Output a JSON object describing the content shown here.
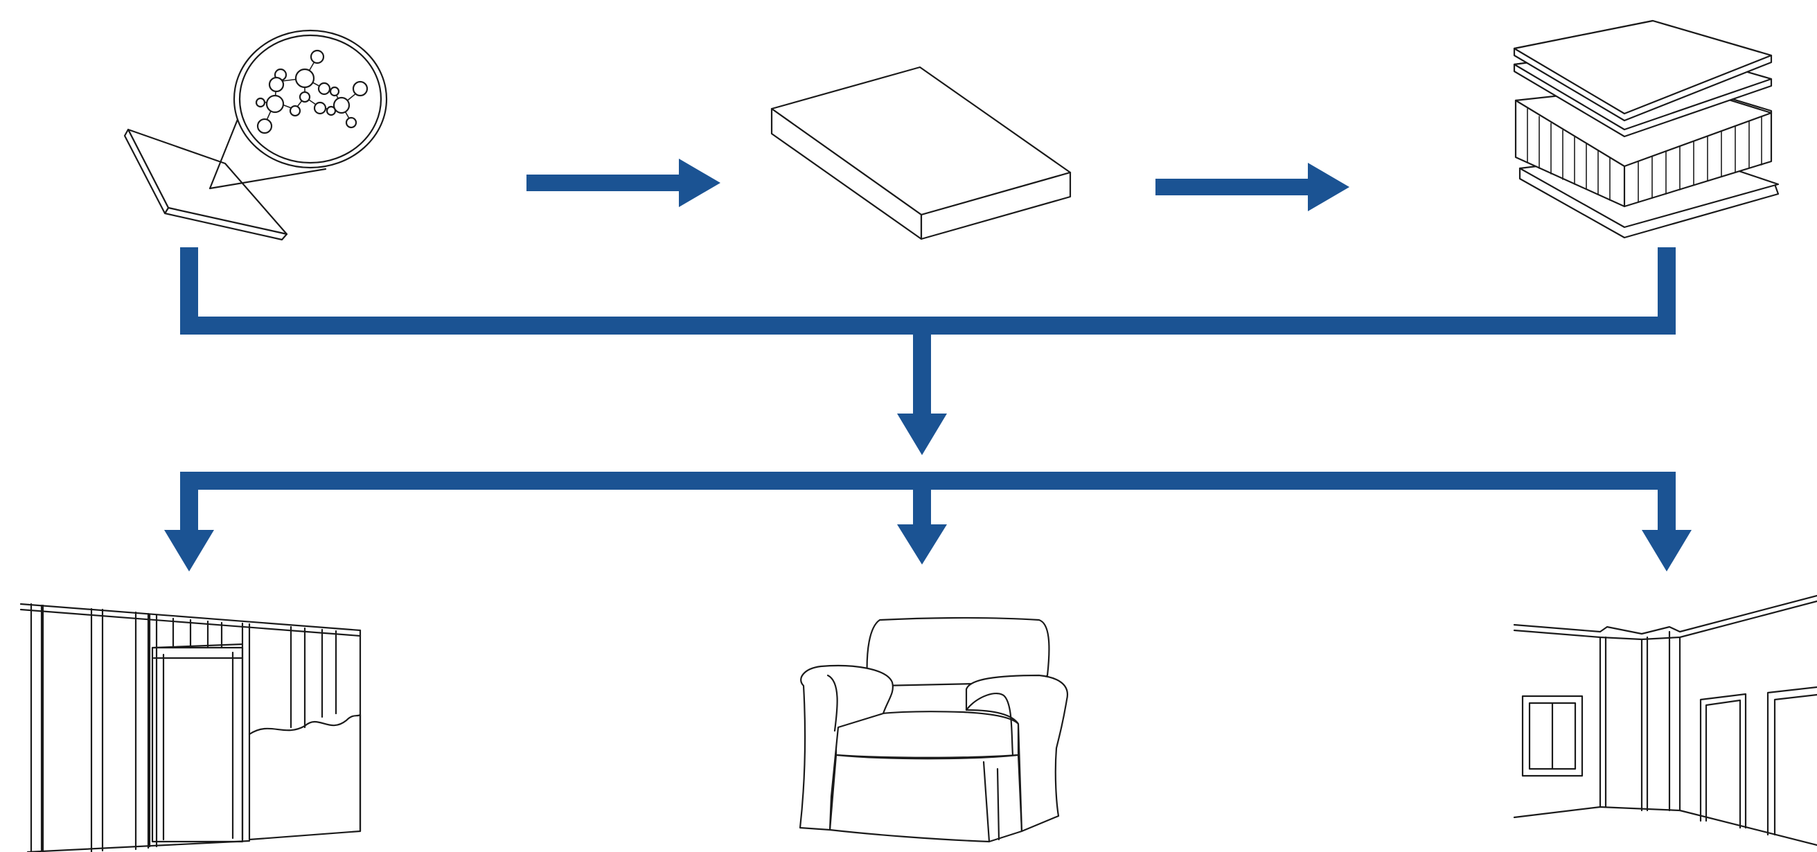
{
  "diagram": {
    "accent_color": "#1b5393",
    "stages": [
      {
        "id": "raw-material",
        "icon": "molecule-sheet-icon"
      },
      {
        "id": "panel",
        "icon": "flat-panel-icon"
      },
      {
        "id": "composite",
        "icon": "honeycomb-sandwich-icon"
      }
    ],
    "applications": [
      {
        "id": "wall-framing",
        "icon": "wall-framing-icon"
      },
      {
        "id": "furniture",
        "icon": "armchair-icon"
      },
      {
        "id": "interior",
        "icon": "room-interior-icon"
      }
    ]
  }
}
